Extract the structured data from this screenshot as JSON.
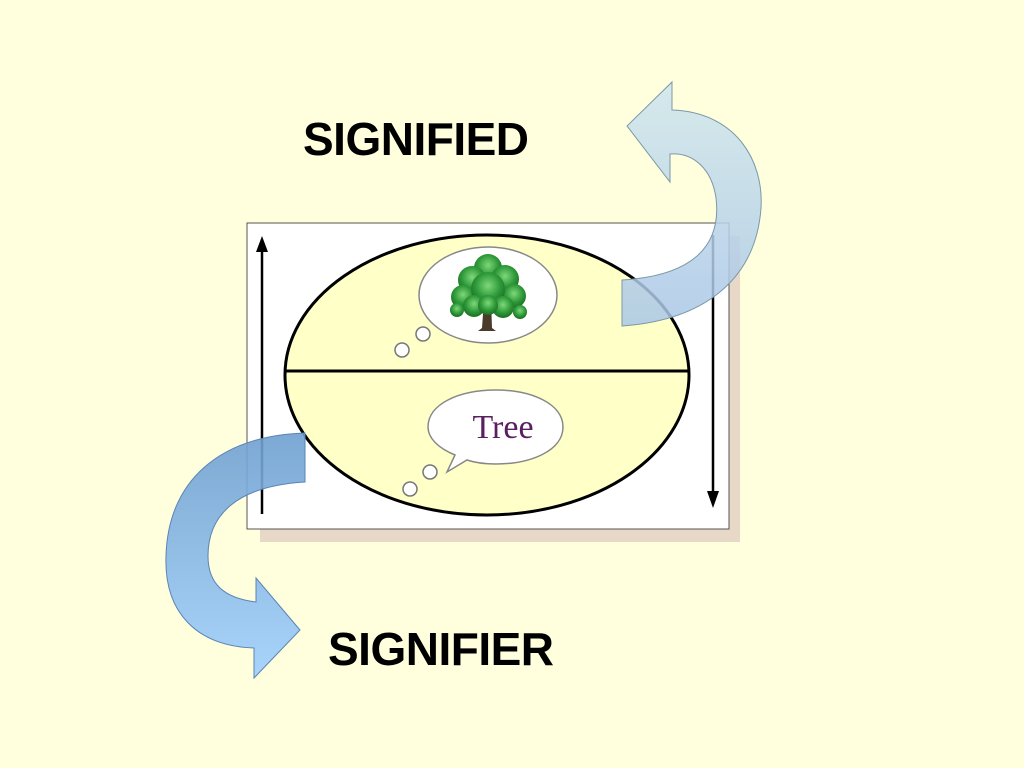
{
  "labels": {
    "signified": "SIGNIFIED",
    "signifier": "SIGNIFIER",
    "word_bubble_text": "Tree"
  },
  "colors": {
    "background": "#ffffdd",
    "card": "#ffffff",
    "card_shadow": "#e8d8c8",
    "ellipse_fill": "#ffffc8",
    "arrow_top_fill": "#b8d8e8",
    "arrow_bottom_fill": "#8fc3f0",
    "tree_foliage": "#2f9a3a",
    "word_text": "#5a1f5e"
  },
  "icons": {
    "concept_image": "tree-icon",
    "up_arrow": "arrow-up-icon",
    "down_arrow": "arrow-down-icon"
  }
}
